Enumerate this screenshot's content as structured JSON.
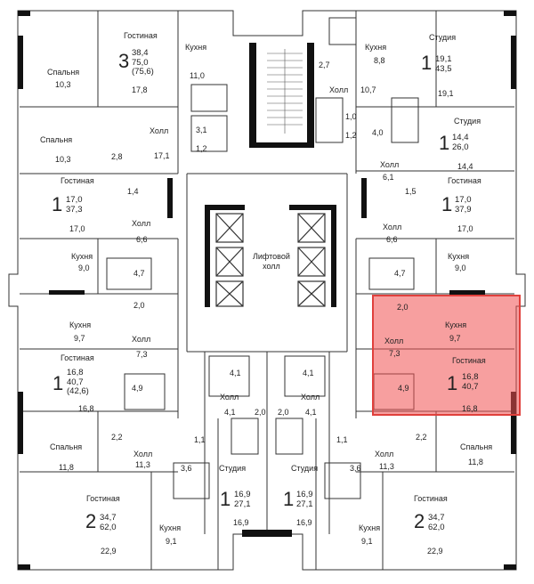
{
  "highlight_color": "#f05050",
  "lift_hall": "Лифтовой\nхолл",
  "rooms": {
    "a1_living": "Гостиная",
    "a1_bed": "Спальня",
    "a1_bed2": "Спальня",
    "a1_kitchen": "Кухня",
    "a1_hall": "Холл",
    "a1_rooms": "3",
    "a1_a": "38,4",
    "a1_b": "75,0",
    "a1_c": "(75,6)",
    "a1_v1": "10,3",
    "a1_v2": "17,8",
    "a1_v3": "11,0",
    "a1_v4": "10,3",
    "a1_v5": "2,8",
    "a1_v6": "17,1",
    "a1_v7": "3,1",
    "a1_v8": "1,2",
    "a2_kitchen": "Кухня",
    "a2_hall": "Холл",
    "a2_v1": "2,7",
    "a2_v2": "8,8",
    "a2_v3": "10,7",
    "a2_studio": "Студия",
    "a2_rooms": "1",
    "a2_a": "19,1",
    "a2_b": "43,5",
    "a2_v4": "19,1",
    "a3_studio": "Студия",
    "a3_rooms": "1",
    "a3_a": "14,4",
    "a3_b": "26,0",
    "a3_v1": "14,4",
    "a3_v2": "1,0",
    "a3_v3": "4,0",
    "a3_v4": "1,2",
    "a3_hall": "Холл",
    "a3_v5": "6,1",
    "a4_living": "Гостиная",
    "a4_rooms": "1",
    "a4_a": "17,0",
    "a4_b": "37,3",
    "a4_v1": "17,0",
    "a4_v2": "1,4",
    "a4_hall": "Холл",
    "a4_v3": "6,6",
    "a4_kitchen": "Кухня",
    "a4_v4": "9,0",
    "a4_v5": "4,7",
    "a5_living": "Гостиная",
    "a5_rooms": "1",
    "a5_a": "17,0",
    "a5_b": "37,9",
    "a5_v1": "17,0",
    "a5_v2": "1,5",
    "a5_hall": "Холл",
    "a5_v3": "6,6",
    "a5_kitchen": "Кухня",
    "a5_v4": "9,0",
    "a5_v5": "4,7",
    "a6_kitchen": "Кухня",
    "a6_v1": "9,7",
    "a6_v2": "2,0",
    "a6_hall": "Холл",
    "a6_v3": "7,3",
    "a6_living": "Гостиная",
    "a6_rooms": "1",
    "a6_a": "16,8",
    "a6_b": "40,7",
    "a6_c": "(42,6)",
    "a6_v4": "4,9",
    "a6_v5": "16,8",
    "a7_v2": "2,0",
    "a7_kitchen": "Кухня",
    "a7_v1": "9,7",
    "a7_hall": "Холл",
    "a7_v3": "7,3",
    "a7_living": "Гостиная",
    "a7_rooms": "1",
    "a7_a": "16,8",
    "a7_b": "40,7",
    "a7_v4": "4,9",
    "a7_v5": "16,8",
    "c_v1": "4,1",
    "c_v2": "4,1",
    "c_hall1": "Холл",
    "c_hall2": "Холл",
    "c_v3": "4,1",
    "c_v4": "2,0",
    "c_v5": "2,0",
    "c_v6": "4,1",
    "a8_bed": "Спальня",
    "a8_v1": "2,2",
    "a8_v2": "11,8",
    "a8_hall": "Холл",
    "a8_v3": "11,3",
    "a8_v4": "1,1",
    "a8_v5": "3,6",
    "a8_living": "Гостиная",
    "a8_rooms": "2",
    "a8_a": "34,7",
    "a8_b": "62,0",
    "a8_kitchen": "Кухня",
    "a8_v6": "9,1",
    "a8_v7": "22,9",
    "a9_studio": "Студия",
    "a9_rooms": "1",
    "a9_a": "16,9",
    "a9_b": "27,1",
    "a9_v1": "16,9",
    "a10_studio": "Студия",
    "a10_rooms": "1",
    "a10_a": "16,9",
    "a10_b": "27,1",
    "a10_v1": "16,9",
    "a11_bed": "Спальня",
    "a11_v1": "2,2",
    "a11_v2": "11,8",
    "a11_hall": "Холл",
    "a11_v3": "11,3",
    "a11_v4": "1,1",
    "a11_v5": "3,6",
    "a11_living": "Гостиная",
    "a11_rooms": "2",
    "a11_a": "34,7",
    "a11_b": "62,0",
    "a11_kitchen": "Кухня",
    "a11_v6": "9,1",
    "a11_v7": "22,9"
  }
}
